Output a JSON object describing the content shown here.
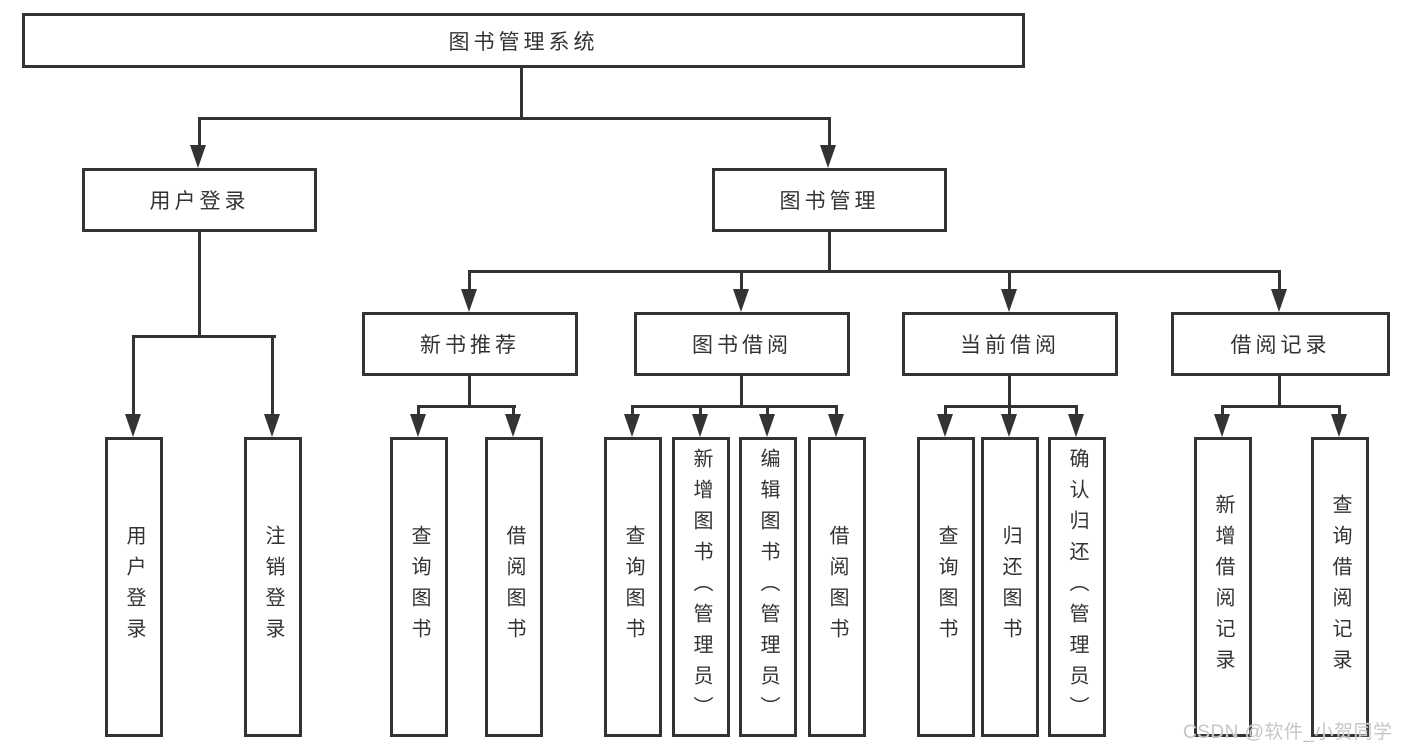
{
  "tree": {
    "label": "图书管理系统",
    "children": [
      {
        "label": "用户登录",
        "children": [
          {
            "label": "用户登录"
          },
          {
            "label": "注销登录"
          }
        ]
      },
      {
        "label": "图书管理",
        "children": [
          {
            "label": "新书推荐",
            "children": [
              {
                "label": "查询图书"
              },
              {
                "label": "借阅图书"
              }
            ]
          },
          {
            "label": "图书借阅",
            "children": [
              {
                "label": "查询图书"
              },
              {
                "label": "新增图书（管理员）"
              },
              {
                "label": "编辑图书（管理员）"
              },
              {
                "label": "借阅图书"
              }
            ]
          },
          {
            "label": "当前借阅",
            "children": [
              {
                "label": "查询图书"
              },
              {
                "label": "归还图书"
              },
              {
                "label": "确认归还（管理员）"
              }
            ]
          },
          {
            "label": "借阅记录",
            "children": [
              {
                "label": "新增借阅记录"
              },
              {
                "label": "查询借阅记录"
              }
            ]
          }
        ]
      }
    ]
  },
  "watermark": {
    "text": "CSDN @软件_小贺同学"
  },
  "colors": {
    "line": "#333333",
    "text": "#333333",
    "box_background": "#ffffff",
    "watermark": "#c7c7c7",
    "background": "#ffffff"
  }
}
